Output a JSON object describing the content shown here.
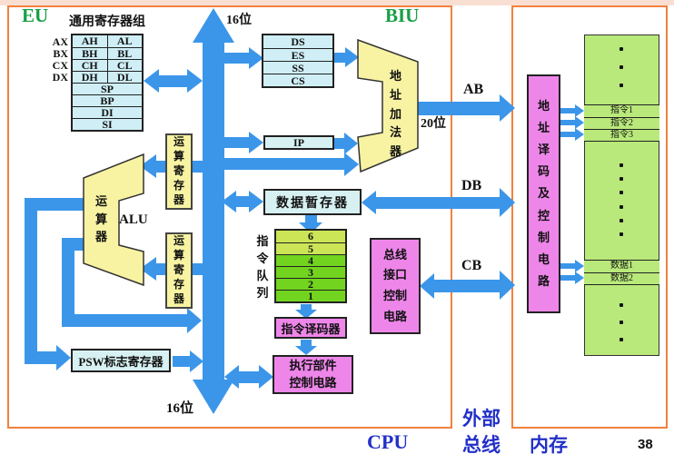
{
  "header": {
    "eu": "EU",
    "biu": "BIU"
  },
  "bus_labels": {
    "top_width": "16位",
    "bottom_width": "16位",
    "address_width": "20位",
    "ab": "AB",
    "db": "DB",
    "cb": "CB"
  },
  "eu": {
    "general_registers_title": "通用寄存器组",
    "register_pairs": [
      {
        "name": "AX",
        "high": "AH",
        "low": "AL"
      },
      {
        "name": "BX",
        "high": "BH",
        "low": "BL"
      },
      {
        "name": "CX",
        "high": "CH",
        "low": "CL"
      },
      {
        "name": "DX",
        "high": "DH",
        "low": "DL"
      }
    ],
    "pointer_registers": [
      "SP",
      "BP",
      "DI",
      "SI"
    ],
    "operand_register_top": "运算寄存器",
    "operand_register_bottom": "运算寄存器",
    "alu_name": "运算器",
    "alu_abbr": "ALU",
    "psw_register": "PSW标志寄存器"
  },
  "biu": {
    "segment_registers": [
      "DS",
      "ES",
      "SS",
      "CS"
    ],
    "instruction_pointer": "IP",
    "address_adder": "地址加法器",
    "data_buffer": "数据暂存器",
    "instruction_queue_title": "指令队列",
    "instruction_queue_slots": [
      "6",
      "5",
      "4",
      "3",
      "2",
      "1"
    ],
    "instruction_decoder": "指令译码器",
    "execution_control_line1": "执行部件",
    "execution_control_line2": "控制电路",
    "bus_interface_control": "总线接口控制电路"
  },
  "memory": {
    "address_decoder": "地址译码及控制电路",
    "instruction_cells": [
      "指令1",
      "指令2",
      "指令3"
    ],
    "data_cells": [
      "数据1",
      "数据2"
    ]
  },
  "footer": {
    "cpu": "CPU",
    "external_bus_line1": "外部",
    "external_bus_line2": "总线",
    "memory_label": "内存",
    "page_number": "38"
  },
  "colors": {
    "arrow_blue": "#3b96ea",
    "frame_orange": "#f2813e",
    "register_cyan": "#d7f0f2",
    "unit_yellow": "#f7f3a2",
    "control_pink": "#ee86ea",
    "memory_green": "#b9e97b",
    "queue_light_green": "#cbe556",
    "queue_bright_green": "#72d41f",
    "title_green": "#17a045",
    "footer_blue": "#2230c8"
  }
}
